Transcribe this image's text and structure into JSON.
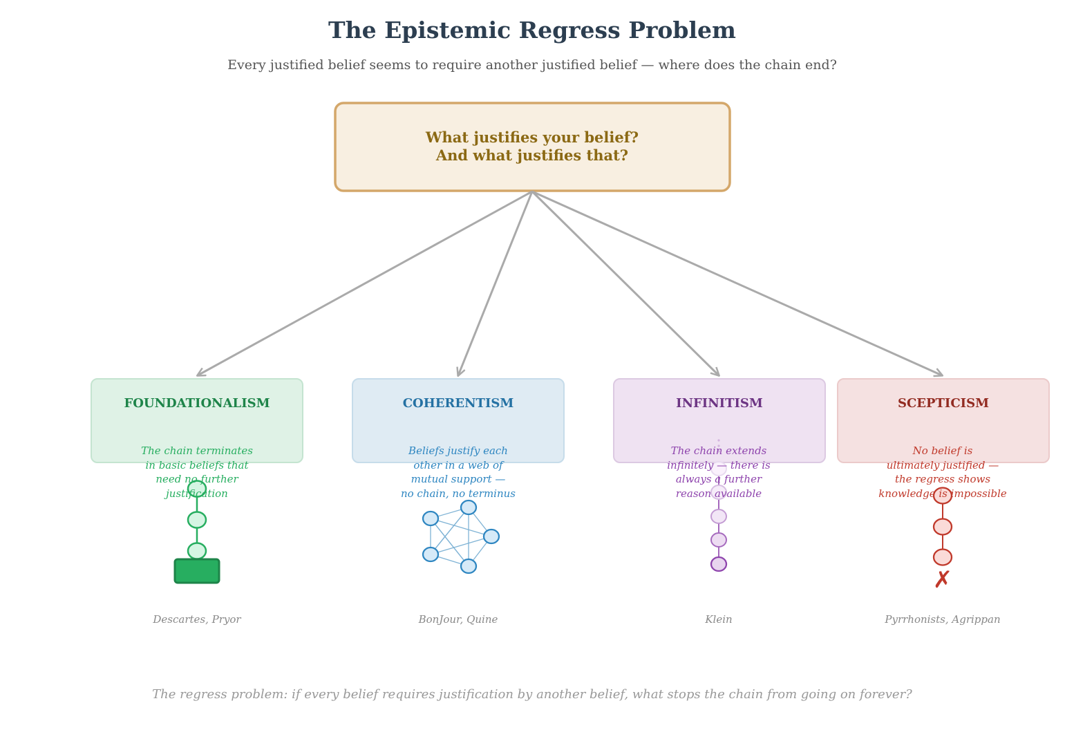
{
  "title": "The Epistemic Regress Problem",
  "subtitle": "Every justified belief seems to require another justified belief — where does the chain end?",
  "question": {
    "line1": "What justifies your belief?",
    "line2": "And what justifies that?"
  },
  "positions": [
    {
      "name": "FOUNDATIONALISM",
      "description": [
        "The chain terminates",
        "in basic beliefs that",
        "need no further",
        "justification"
      ],
      "authors": "Descartes, Pryor",
      "colors": {
        "text": "#1e8449",
        "desc": "#27ae60",
        "fill": "#dff2e6",
        "border": "#c4e4d0"
      }
    },
    {
      "name": "COHERENTISM",
      "description": [
        "Beliefs justify each",
        "other in a web of",
        "mutual support —",
        "no chain, no terminus"
      ],
      "authors": "BonJour, Quine",
      "colors": {
        "text": "#2471a3",
        "desc": "#2e86c1",
        "fill": "#dfebf3",
        "border": "#c6dcea"
      }
    },
    {
      "name": "INFINITISM",
      "description": [
        "The chain extends",
        "infinitely — there is",
        "always a further",
        "reason available"
      ],
      "authors": "Klein",
      "colors": {
        "text": "#6c3483",
        "desc": "#8e44ad",
        "fill": "#efe2f2",
        "border": "#dcc9e2"
      }
    },
    {
      "name": "SCEPTICISM",
      "description": [
        "No belief is",
        "ultimately justified —",
        "the regress shows",
        "knowledge is impossible"
      ],
      "authors": "Pyrrhonists, Agrippan",
      "colors": {
        "text": "#922b21",
        "desc": "#c0392b",
        "fill": "#f5e1e1",
        "border": "#ebcaca"
      }
    }
  ],
  "footer": "The regress problem: if every belief requires justification by another belief, what stops the chain from going on forever?",
  "icons": {
    "foundationalism": "chain-on-foundation-icon",
    "coherentism": "belief-web-icon",
    "infinitism": "infinite-chain-icon",
    "scepticism": "broken-chain-icon",
    "fail_mark": "✗"
  }
}
